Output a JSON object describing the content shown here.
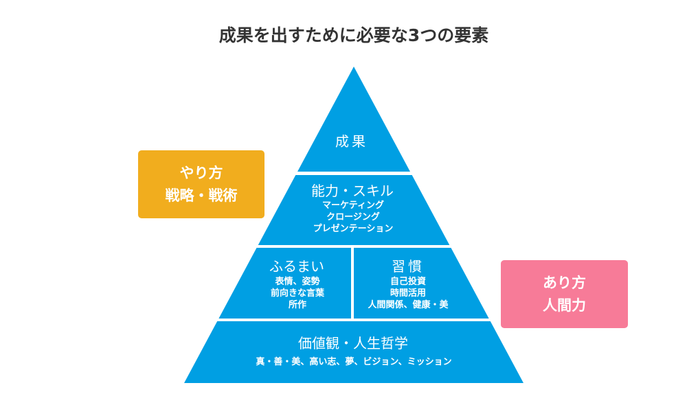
{
  "title": "成果を出すために必要な3つの要素",
  "colors": {
    "pyramid": "#009fe3",
    "yarikata": "#f1ad1e",
    "arikata": "#f77b98"
  },
  "pyramid": {
    "top": {
      "heading": "成果"
    },
    "skill": {
      "heading": "能力・スキル",
      "items": [
        "マーケティング",
        "クロージング",
        "プレゼンテーション"
      ]
    },
    "behavior": {
      "heading": "ふるまい",
      "items": [
        "表情、姿勢",
        "前向きな言葉",
        "所作"
      ]
    },
    "habit": {
      "heading": "習慣",
      "items": [
        "自己投資",
        "時間活用",
        "人間関係、健康・美"
      ]
    },
    "base": {
      "heading": "価値観・人生哲学",
      "items": [
        "真・善・美、高い志、夢、ビジョン、ミッション"
      ]
    }
  },
  "labels": {
    "yarikata": {
      "line1": "やり方",
      "line2": "戦略・戦術"
    },
    "arikata": {
      "line1": "あり方",
      "line2": "人間力"
    }
  }
}
